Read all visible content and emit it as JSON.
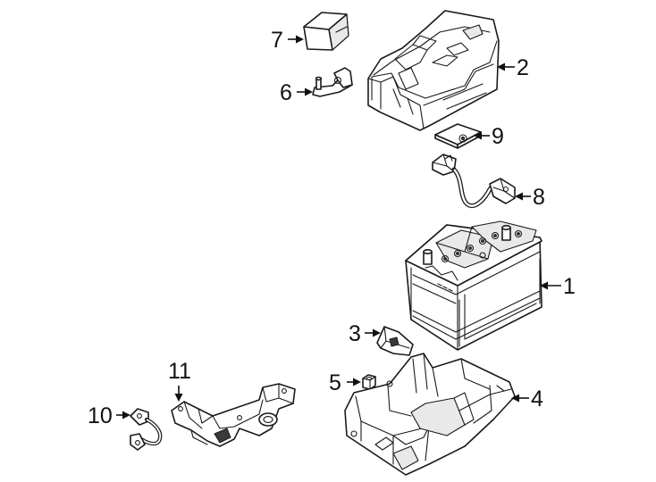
{
  "callouts": [
    {
      "id": "1",
      "label": "1"
    },
    {
      "id": "2",
      "label": "2"
    },
    {
      "id": "3",
      "label": "3"
    },
    {
      "id": "4",
      "label": "4"
    },
    {
      "id": "5",
      "label": "5"
    },
    {
      "id": "6",
      "label": "6"
    },
    {
      "id": "7",
      "label": "7"
    },
    {
      "id": "8",
      "label": "8"
    },
    {
      "id": "9",
      "label": "9"
    },
    {
      "id": "10",
      "label": "10"
    },
    {
      "id": "11",
      "label": "11"
    }
  ],
  "colors": {
    "line": "#1a1a1a",
    "background": "#ffffff",
    "shade": "#e9e9e9"
  }
}
